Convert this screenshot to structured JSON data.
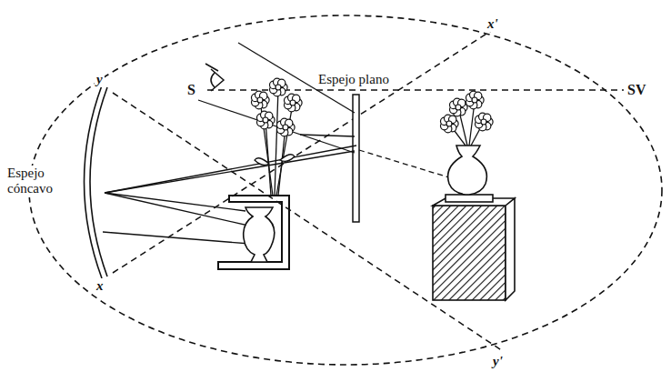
{
  "diagram": {
    "labels": [
      "x'",
      "Espejo plano",
      "S",
      "SV",
      "y",
      "Espejo cóncavo",
      "x",
      "y'"
    ]
  }
}
